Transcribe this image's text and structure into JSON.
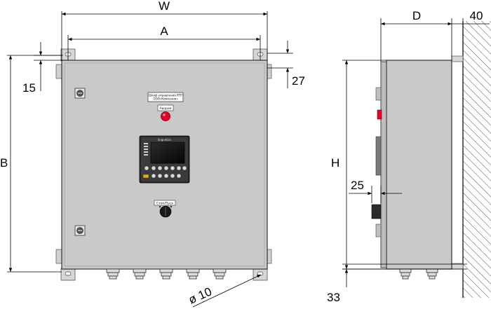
{
  "dimensions": {
    "width": "W",
    "mount_spacing_w": "A",
    "height_b": "B",
    "top_offset": "15",
    "bracket_height": "27",
    "depth": "D",
    "wall_gap": "40",
    "height_h": "H",
    "bracket_depth": "25",
    "bottom_offset": "33",
    "hole_diameter": "ø 10"
  },
  "panel": {
    "nameplate_line1": "Шкаф управления ЯТП",
    "nameplate_line2": "ООО«Компания»",
    "alarm_label": "Авария",
    "selector_label": "Стоп/Пуск",
    "controller_brand": "Segnetics"
  },
  "colors": {
    "enclosure": "#c9c9c9",
    "alarm": "#e3002a"
  }
}
